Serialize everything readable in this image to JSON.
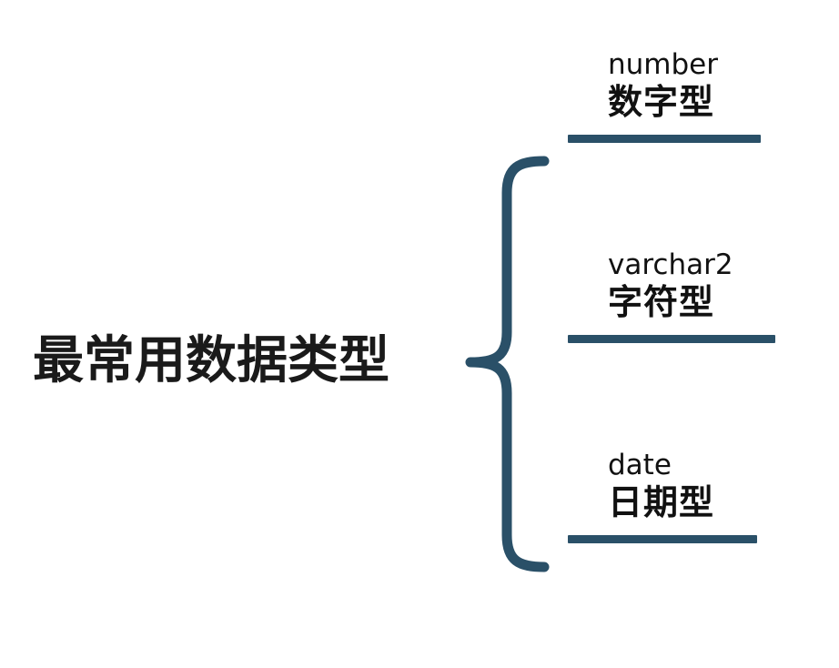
{
  "diagram": {
    "title": "最常用数据类型",
    "brace_color": "#2a5068",
    "rule_color": "#2a5068",
    "text_color": "#111111",
    "background": "#ffffff",
    "branches": [
      {
        "en": "number",
        "cn": "数字型"
      },
      {
        "en": "varchar2",
        "cn": "字符型"
      },
      {
        "en": "date",
        "cn": "日期型"
      }
    ]
  }
}
